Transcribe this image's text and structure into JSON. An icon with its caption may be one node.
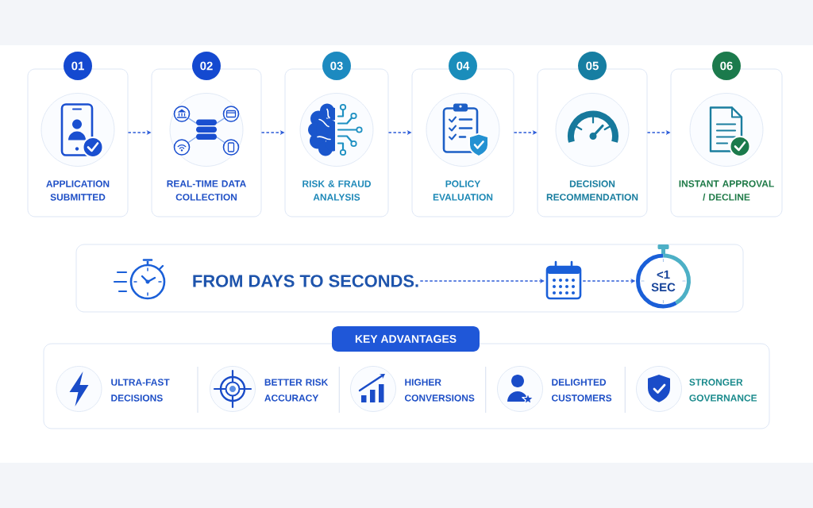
{
  "diagram": {
    "nodes": [
      {
        "text": [
          "01",
          "APPLICATION SUBMITTED"
        ]
      },
      {
        "text": [
          "02",
          "REAL-TIME DATA COLLECTION"
        ]
      },
      {
        "text": [
          "03",
          "RISK & FRAUD ANALYSIS"
        ]
      },
      {
        "text": [
          "04",
          "POLICY EVALUATION"
        ]
      },
      {
        "text": [
          "05",
          "DECISION RECOMMENDATION"
        ]
      },
      {
        "text": [
          "06",
          "INSTANT APPROVAL / DECLINE"
        ]
      },
      {
        "text": [],
        "shape": "box"
      },
      {
        "text": [
          "FROM DAYS TO SECONDS."
        ],
        "in": 6
      },
      {
        "text": [],
        "shape": "picture",
        "in": 6
      },
      {
        "text": [
          "<1 SEC"
        ],
        "in": 6
      },
      {
        "text": [
          "KEY ADVANTAGES"
        ]
      },
      {
        "text": [
          "ULTRA-FAST DECISIONS",
          "BETTER RISK ACCURACY",
          "HIGHER CONVERSIONS",
          "DELIGHTED CUSTOMERS",
          "STRONGER GOVERNANCE"
        ]
      }
    ],
    "edges": [
      {
        "from": 0,
        "to": 1,
        "arrow": "to",
        "style": "dashed"
      },
      {
        "from": 1,
        "to": 2,
        "arrow": "to",
        "style": "dashed"
      },
      {
        "from": 2,
        "to": 3,
        "arrow": "to",
        "style": "dashed"
      },
      {
        "from": 3,
        "to": 4,
        "arrow": "to",
        "style": "dashed"
      },
      {
        "from": 4,
        "to": 5,
        "arrow": "to",
        "style": "dashed"
      },
      {
        "from": 7,
        "to": 8,
        "arrow": "to",
        "style": "dashed"
      },
      {
        "from": 8,
        "to": 9,
        "arrow": "to",
        "style": "dashed"
      }
    ]
  }
}
